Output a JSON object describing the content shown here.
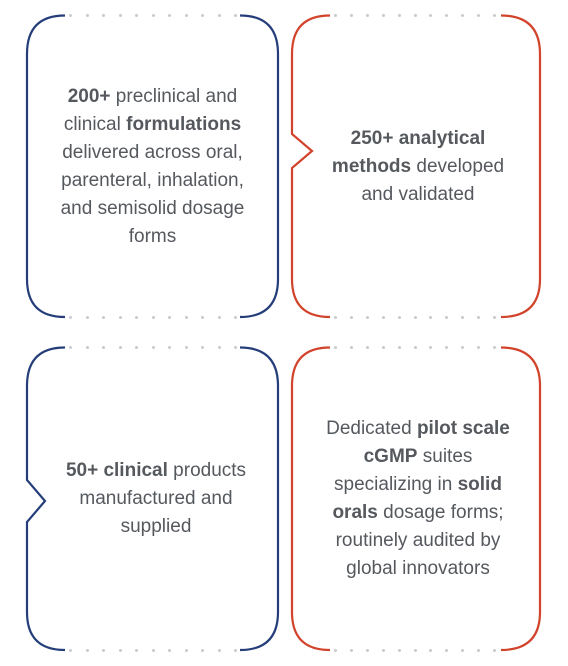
{
  "colors": {
    "navy": "#253e7a",
    "red": "#d2432b",
    "text": "#55595e",
    "dots": "#c9cccf"
  },
  "cards": [
    {
      "accent": "navy",
      "segments": [
        {
          "text": "200+",
          "bold": true
        },
        {
          "text": " preclinical and clinical ",
          "bold": false
        },
        {
          "text": "formulations",
          "bold": true
        },
        {
          "text": " delivered across oral, parenteral, inhalation, and semisolid dosage forms",
          "bold": false
        }
      ]
    },
    {
      "accent": "red",
      "segments": [
        {
          "text": "250+ analytical methods",
          "bold": true
        },
        {
          "text": " developed and validated",
          "bold": false
        }
      ]
    },
    {
      "accent": "navy",
      "segments": [
        {
          "text": "50+ clinical",
          "bold": true
        },
        {
          "text": " products manufactured and supplied",
          "bold": false
        }
      ]
    },
    {
      "accent": "red",
      "segments": [
        {
          "text": "Dedicated ",
          "bold": false
        },
        {
          "text": "pilot scale cGMP",
          "bold": true
        },
        {
          "text": " suites specializing in ",
          "bold": false
        },
        {
          "text": "solid orals",
          "bold": true
        },
        {
          "text": " dosage forms; routinely audited by global innovators",
          "bold": false
        }
      ]
    }
  ]
}
